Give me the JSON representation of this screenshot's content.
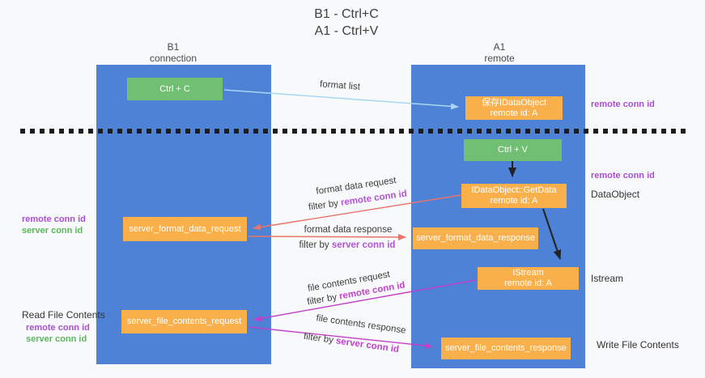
{
  "title": {
    "line1": "B1 - Ctrl+C",
    "line2": "A1 - Ctrl+V"
  },
  "columns": {
    "left": {
      "name": "B1",
      "subtitle": "connection"
    },
    "right": {
      "name": "A1",
      "subtitle": "remote"
    }
  },
  "nodes": {
    "ctrl_c": "Ctrl + C",
    "ctrl_v": "Ctrl + V",
    "save_dataobject": {
      "line1": "保存IDataObject",
      "line2": "remote id: A"
    },
    "getdata": {
      "line1": "IDataObject::GetData",
      "line2": "remote id: A"
    },
    "istream": {
      "line1": "IStream",
      "line2": "remote id: A"
    },
    "format_request": "server_format_data_request",
    "format_response": "server_format_data_response",
    "file_request": "server_file_contents_request",
    "file_response": "server_file_contents_response"
  },
  "edges": {
    "format_list": {
      "label": "format list"
    },
    "format_request": {
      "label": "format data request",
      "filter_prefix": "filter by ",
      "filter_key": "remote conn id"
    },
    "format_response": {
      "label": "format data response",
      "filter_prefix": "filter by ",
      "filter_key": "server conn id"
    },
    "file_request": {
      "label": "file contents request",
      "filter_prefix": "filter by ",
      "filter_key": "remote conn id"
    },
    "file_response": {
      "label": "file contents response",
      "filter_prefix": "filter by ",
      "filter_key": "server conn id"
    }
  },
  "side_labels": {
    "right_remote_conn_top": "remote conn id",
    "right_remote_conn_mid": "remote conn id",
    "dataobject": "DataObject",
    "istream": "Istream",
    "write_file_contents": "Write File Contents",
    "left_remote_conn_1": "remote conn id",
    "left_server_conn_1": "server conn id",
    "read_file_contents": "Read File Contents",
    "left_remote_conn_2": "remote conn id",
    "left_server_conn_2": "server conn id"
  },
  "colors": {
    "lane_blue": "#4d82d6",
    "node_green": "#71bf72",
    "node_orange": "#f9b04a",
    "arrow_lightblue": "#a9d6f2",
    "arrow_salmon": "#e8756b",
    "arrow_magenta": "#c43fc9",
    "arrow_black": "#222222",
    "label_purple": "#a94fd2",
    "label_green": "#5cb85c",
    "background": "#f8f9fa"
  }
}
